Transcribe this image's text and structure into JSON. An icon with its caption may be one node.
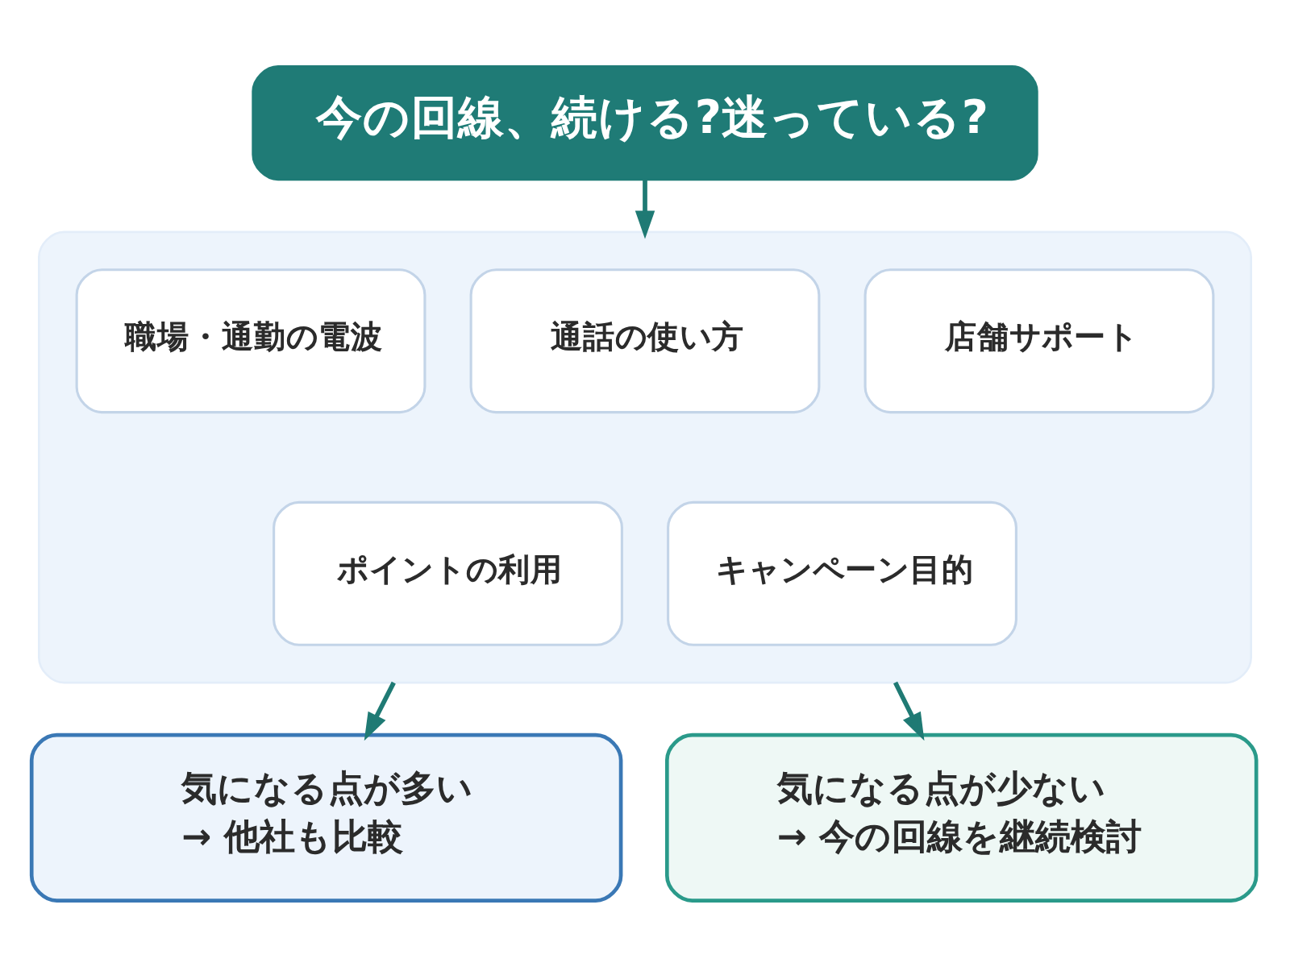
{
  "diagram": {
    "nodes": [
      {
        "text": [
          "今の回線、続ける?迷っている?"
        ]
      },
      {
        "text": [],
        "shape": "box"
      },
      {
        "text": [
          "職場・通勤の電波"
        ],
        "in": 1
      },
      {
        "text": [
          "通話の使い方"
        ],
        "in": 1
      },
      {
        "text": [
          "店舗サポート"
        ],
        "in": 1
      },
      {
        "text": [
          "ポイントの利用"
        ],
        "in": 1
      },
      {
        "text": [
          "キャンペーン目的"
        ],
        "in": 1
      },
      {
        "text": [
          "気になる点が多い",
          "→ 他社も比較"
        ]
      },
      {
        "text": [
          "気になる点が少ない",
          "→ 今の回線を継続検討"
        ]
      }
    ],
    "edges": [
      {
        "from": 0,
        "to": 1,
        "arrow": "to"
      },
      {
        "from": 1,
        "to": 7,
        "arrow": "to"
      },
      {
        "from": 1,
        "to": 8,
        "arrow": "to"
      }
    ]
  }
}
